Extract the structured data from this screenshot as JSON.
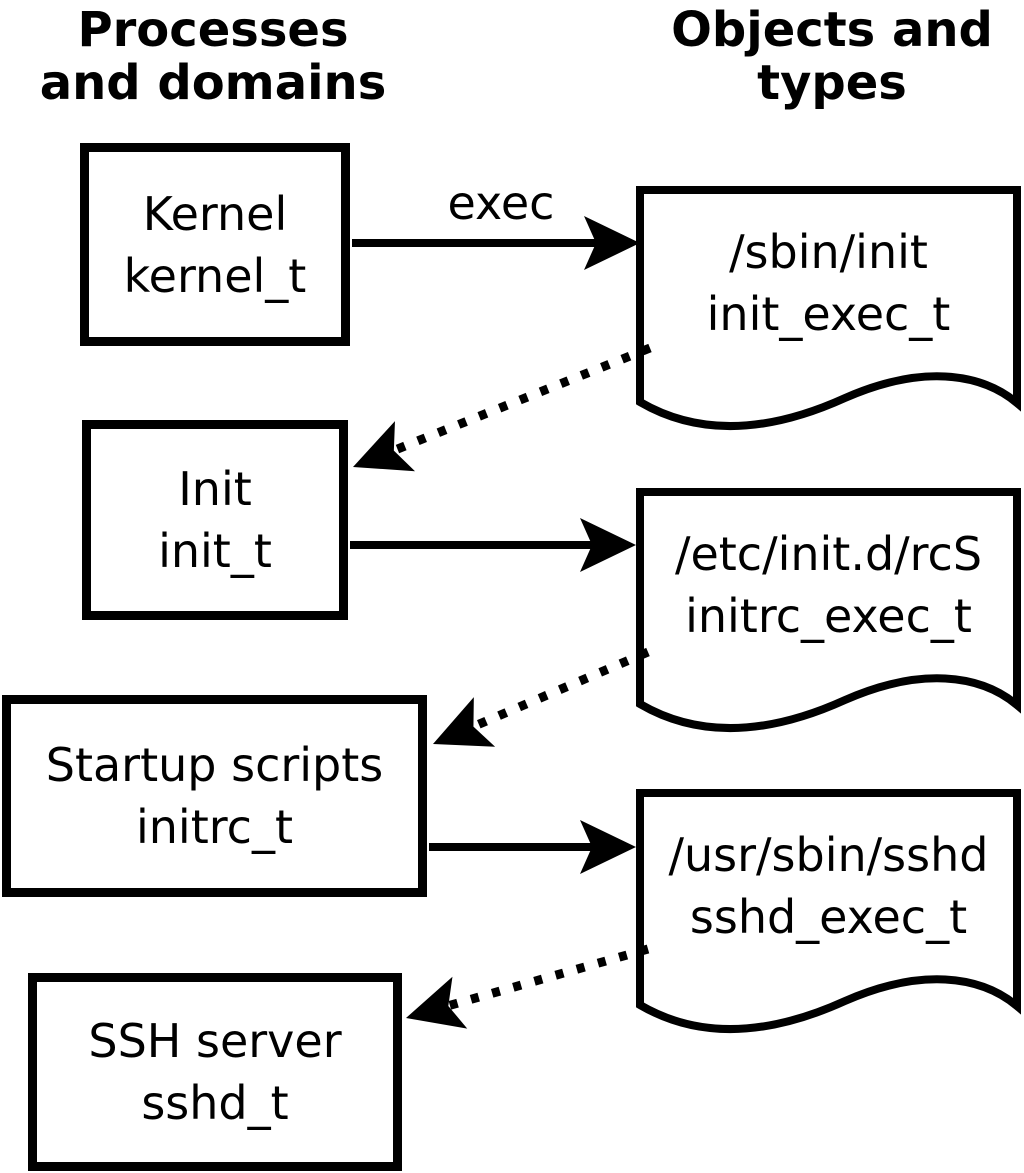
{
  "diagram": {
    "title_left": {
      "line1": "Processes",
      "line2": "and domains"
    },
    "title_right": {
      "line1": "Objects and",
      "line2": "types"
    },
    "edge_label": "exec",
    "processes": [
      {
        "name": "Kernel",
        "type": "kernel_t"
      },
      {
        "name": "Init",
        "type": "init_t"
      },
      {
        "name": "Startup scripts",
        "type": "initrc_t"
      },
      {
        "name": "SSH server",
        "type": "sshd_t"
      }
    ],
    "objects": [
      {
        "path": "/sbin/init",
        "type": "init_exec_t"
      },
      {
        "path": "/etc/init.d/rcS",
        "type": "initrc_exec_t"
      },
      {
        "path": "/usr/sbin/sshd",
        "type": "sshd_exec_t"
      }
    ],
    "edges": [
      {
        "from": "kernel_t",
        "to": "init_exec_t",
        "label": "exec",
        "style": "solid"
      },
      {
        "from": "init_exec_t",
        "to": "init_t",
        "label": "",
        "style": "dotted"
      },
      {
        "from": "init_t",
        "to": "initrc_exec_t",
        "label": "",
        "style": "solid"
      },
      {
        "from": "initrc_exec_t",
        "to": "initrc_t",
        "label": "",
        "style": "dotted"
      },
      {
        "from": "initrc_t",
        "to": "sshd_exec_t",
        "label": "",
        "style": "solid"
      },
      {
        "from": "sshd_exec_t",
        "to": "sshd_t",
        "label": "",
        "style": "dotted"
      }
    ],
    "colors": {
      "foreground": "#000000",
      "background": "#ffffff"
    }
  }
}
